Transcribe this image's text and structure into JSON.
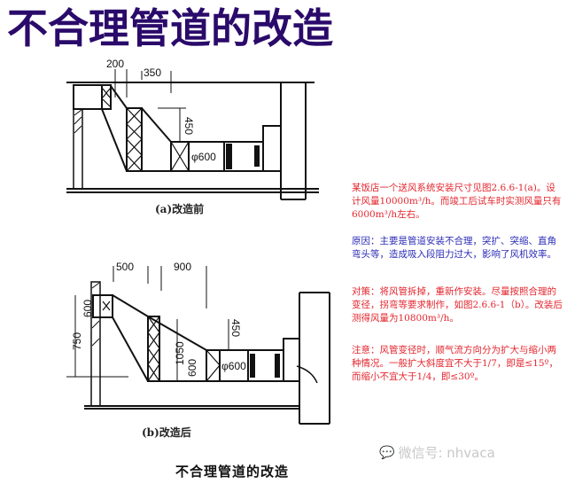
{
  "title": "不合理管道的改造",
  "diagram_a": {
    "caption": "(a)改造前",
    "dims": {
      "d200": "200",
      "d350": "350",
      "d450": "450",
      "duct": "φ600"
    }
  },
  "diagram_b": {
    "caption": "(b)改造后",
    "dims": {
      "d500": "500",
      "d900": "900",
      "d750": "750",
      "d600a": "600",
      "d1050": "1050",
      "d600b": "600",
      "d450": "450",
      "duct": "φ600"
    }
  },
  "notes": [
    {
      "text": "某饭店一个送风系统安装尺寸见图2.6.6-1(a)。设计风量10000m³/h。而竣工后试车时实测风量只有6000m³/h左右。",
      "color": "#e3262e"
    },
    {
      "text": "原因：主要是管道安装不合理，突扩、突缩、直角弯头等，造成吸入段阻力过大，影响了风机效率。",
      "color": "#2c2cb8"
    },
    {
      "text": "对策：将风管拆掉，重新作安装。尽量按照合理的变径，拐弯等要求制作，如图2.6.6-1（b）。改装后测得风量为10800m³/h。",
      "color": "#e3262e"
    },
    {
      "text": "注意：风管变径时，顺气流方向分为扩大与缩小两种情况。一般扩大斜度宜不大于1/7，即是≤15º，而缩小不宜大于1/4，即≤30º。",
      "color": "#e3262e"
    }
  ],
  "bottom_title": "不合理管道的改造",
  "watermark": "微信号: nhvaca"
}
